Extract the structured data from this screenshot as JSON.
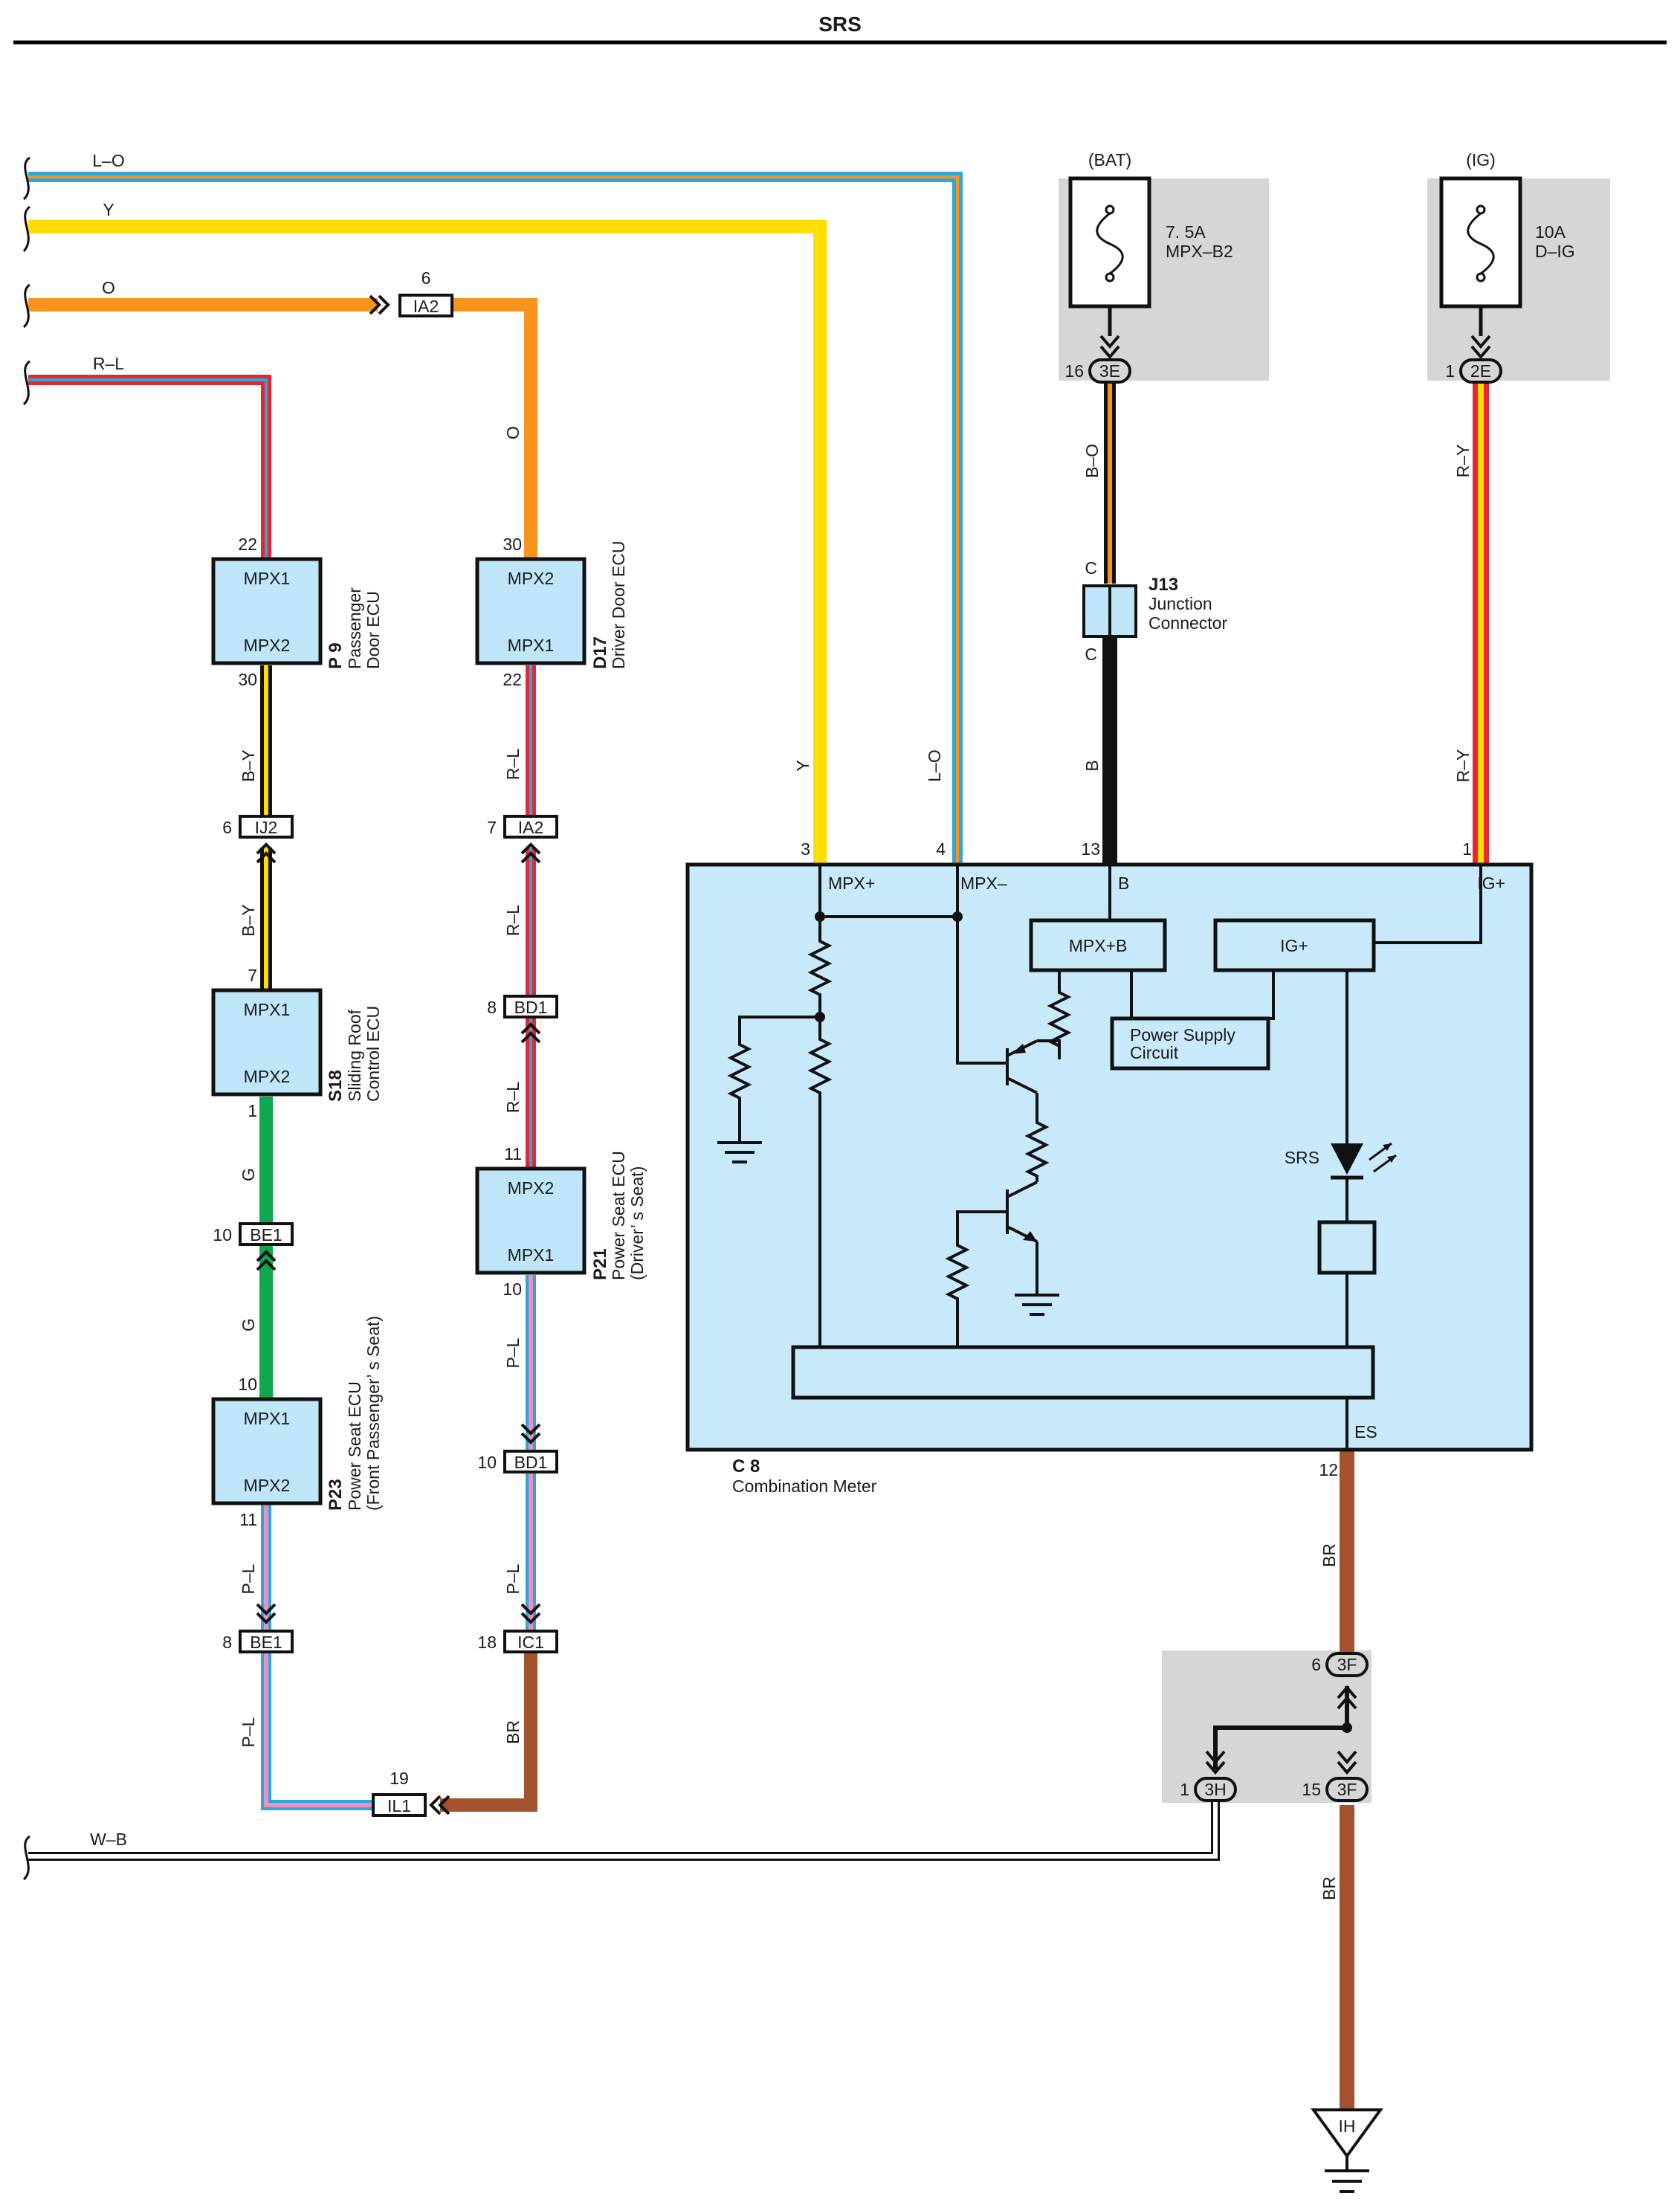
{
  "page": {
    "title": "SRS"
  },
  "colors": {
    "blue": "#2aa7dc",
    "orange": "#f7941d",
    "yellow": "#ffdd00",
    "red": "#e8262d",
    "green": "#0fa84b",
    "pink": "#ee8fc2",
    "black": "#111111",
    "brown": "#a5532e",
    "white": "#ffffff",
    "ecu_fill": "#bfe6f8",
    "meter_fill": "#c8e9f9",
    "fuse_box": "#d6d6d6"
  },
  "wires": {
    "lo": "L–O",
    "y": "Y",
    "o": "O",
    "rl": "R–L",
    "by": "B–Y",
    "g": "G",
    "pl": "P–L",
    "br": "BR",
    "bo": "B–O",
    "b": "B",
    "ry": "R–Y",
    "wb": "W–B"
  },
  "connectors": {
    "ia2_top": "IA2",
    "ia2_top_pin": "6",
    "ij2": "IJ2",
    "ij2_pin": "6",
    "ia2": "IA2",
    "ia2_pin": "7",
    "bd1_a": "BD1",
    "bd1_a_pin": "8",
    "be1_a": "BE1",
    "be1_a_pin": "10",
    "bd1_b": "BD1",
    "bd1_b_pin": "10",
    "be1_b": "BE1",
    "be1_b_pin": "8",
    "ic1": "IC1",
    "ic1_pin": "18",
    "il1": "IL1",
    "il1_pin": "19",
    "c3e": "3E",
    "c3e_pin": "16",
    "c2e": "2E",
    "c2e_pin": "1",
    "c3f_top": "3F",
    "c3f_top_pin": "6",
    "c3h": "3H",
    "c3h_pin": "1",
    "c3f_bot": "3F",
    "c3f_bot_pin": "15",
    "ground": "IH"
  },
  "fuses": {
    "bat": {
      "source": "(BAT)",
      "rating": "7. 5A",
      "name": "MPX–B2"
    },
    "ig": {
      "source": "(IG)",
      "rating": "10A",
      "name": "D–IG"
    }
  },
  "junction": {
    "code": "J13",
    "line1": "Junction",
    "line2": "Connector",
    "pin_top": "C",
    "pin_bottom": "C"
  },
  "ecus": {
    "p9": {
      "pin_top": "22",
      "t1": "MPX1",
      "t2": "MPX2",
      "pin_bot": "30",
      "code": "P 9",
      "line1": "Passenger",
      "line2": "Door ECU"
    },
    "d17": {
      "pin_top": "30",
      "t1": "MPX2",
      "t2": "MPX1",
      "pin_bot": "22",
      "code": "D17",
      "line1": "Driver Door ECU",
      "line2": ""
    },
    "s18": {
      "pin_top": "7",
      "t1": "MPX1",
      "t2": "MPX2",
      "pin_bot": "1",
      "code": "S18",
      "line1": "Sliding Roof",
      "line2": "Control ECU"
    },
    "p21": {
      "pin_top": "11",
      "t1": "MPX2",
      "t2": "MPX1",
      "pin_bot": "10",
      "code": "P21",
      "line1": "Power Seat ECU",
      "line2": "(Driver’ s Seat)"
    },
    "p23": {
      "pin_top": "10",
      "t1": "MPX1",
      "t2": "MPX2",
      "pin_bot": "11",
      "code": "P23",
      "line1": "Power Seat ECU",
      "line2": "(Front Passenger’ s Seat)"
    }
  },
  "meter": {
    "code": "C 8",
    "name": "Combination Meter",
    "pins": {
      "p3": "3",
      "p4": "4",
      "p13": "13",
      "p1": "1",
      "p12": "12"
    },
    "terms": {
      "mpxp": "MPX+",
      "mpxm": "MPX–",
      "b": "B",
      "igp": "IG+",
      "es": "ES"
    },
    "blocks": {
      "mpxb": "MPX+B",
      "ig": "IG+",
      "psc1": "Power Supply",
      "psc2": "Circuit",
      "srs": "SRS"
    }
  }
}
